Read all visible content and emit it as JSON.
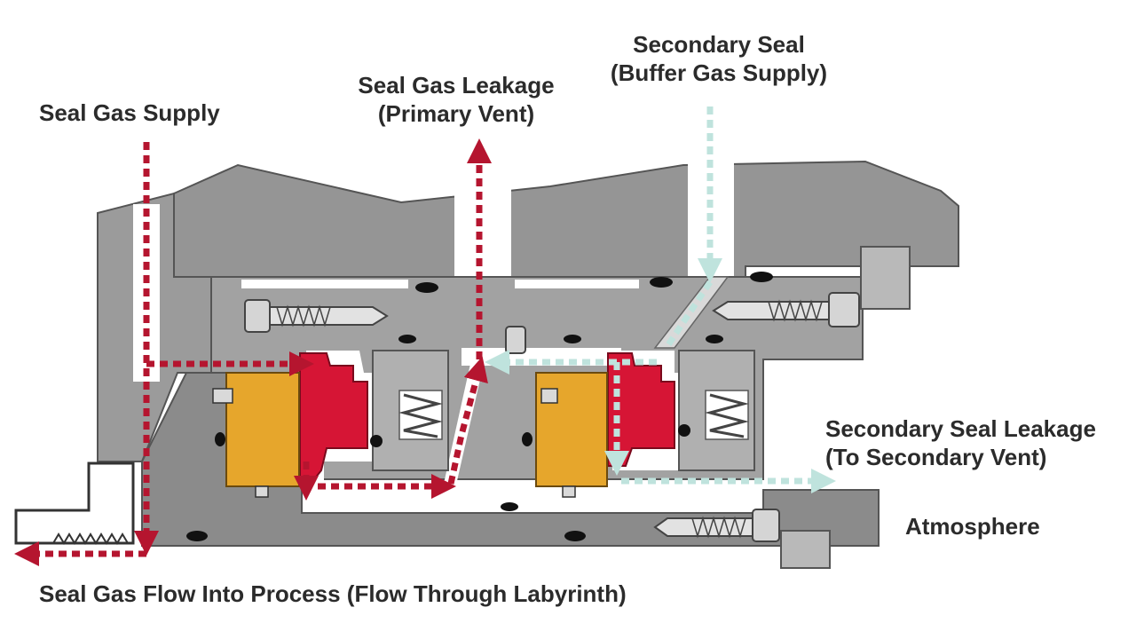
{
  "labels": {
    "seal_gas_supply": "Seal Gas Supply",
    "seal_gas_leakage_1": "Seal Gas Leakage",
    "seal_gas_leakage_2": "(Primary Vent)",
    "secondary_seal_1": "Secondary Seal",
    "secondary_seal_2": "(Buffer Gas Supply)",
    "secondary_leakage_1": "Secondary Seal Leakage",
    "secondary_leakage_2": "(To Secondary Vent)",
    "atmosphere": "Atmosphere",
    "flow_into_process": "Seal Gas Flow Into Process (Flow Through Labyrinth)"
  },
  "colors": {
    "housing": "#8e8e8e",
    "housing_light": "#b4b4b4",
    "inner_gray": "#a9a9a9",
    "primary_ring": "#e6a62c",
    "mating_ring": "#d61535",
    "seal_gas_arrow": "#b5152f",
    "buffer_gas_arrow": "#bfe3dd",
    "outline": "#4a4a4a"
  }
}
